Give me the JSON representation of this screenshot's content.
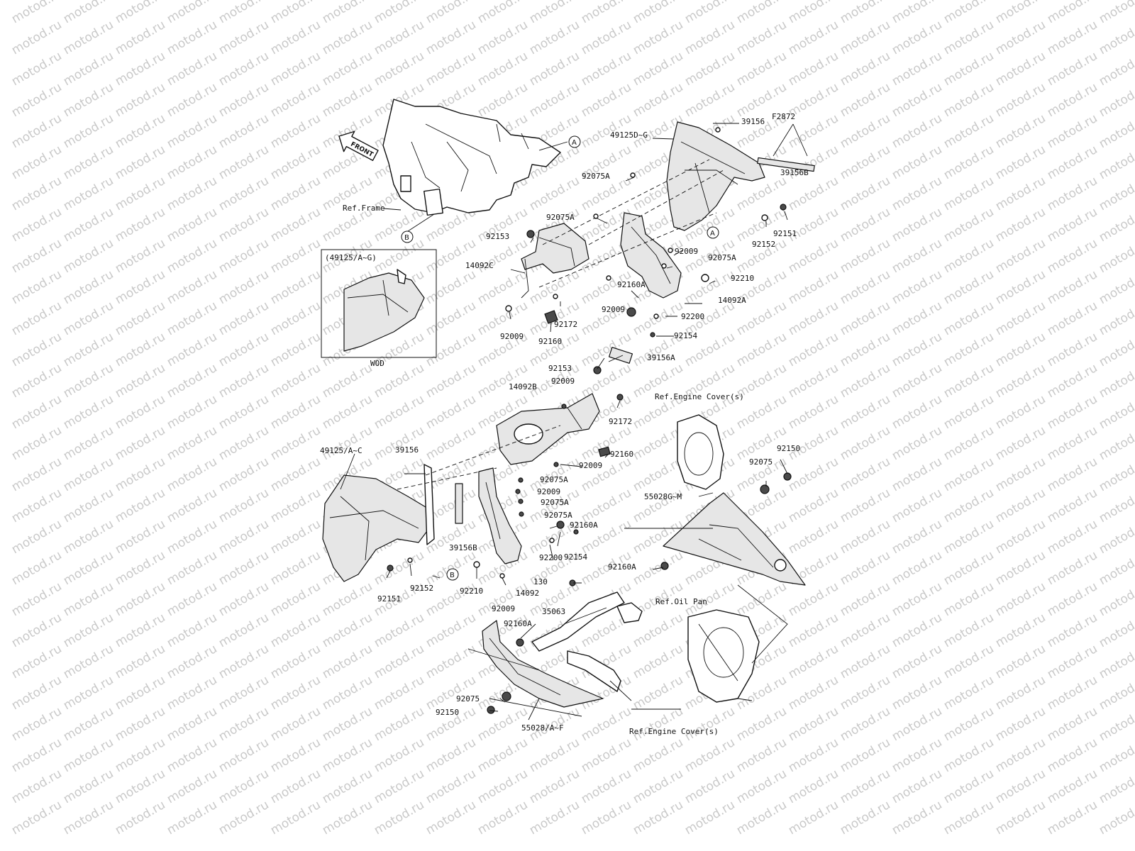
{
  "watermark": "motod.ru",
  "front_arrow": "FRONT",
  "inset": {
    "title": "(49125/A~G)",
    "caption": "WOD"
  },
  "code": "F2872",
  "circle_markers": [
    "A",
    "A",
    "B",
    "B"
  ],
  "labels": [
    "39156",
    "49125D~G",
    "39156B",
    "92151",
    "92152",
    "Ref.Frame",
    "92075A",
    "92075A",
    "92153",
    "14092C",
    "92009",
    "92075A",
    "92210",
    "92160A",
    "14092A",
    "92009",
    "92200",
    "92154",
    "92009",
    "92160",
    "92172",
    "39156A",
    "92153",
    "92009",
    "14092B",
    "92172",
    "Ref.Engine Cover(s)",
    "92160",
    "92009",
    "92150",
    "92075",
    "49125/A~C",
    "39156",
    "92075A",
    "92009",
    "92075A",
    "92075A",
    "55028G~M",
    "92160A",
    "92200",
    "92154",
    "39156B",
    "92160A",
    "92152",
    "92151",
    "92210",
    "130",
    "Ref.Oil Pan",
    "92009",
    "14092",
    "35063",
    "92160A",
    "92075",
    "92150",
    "55028/A~F",
    "Ref.Engine Cover(s)"
  ]
}
